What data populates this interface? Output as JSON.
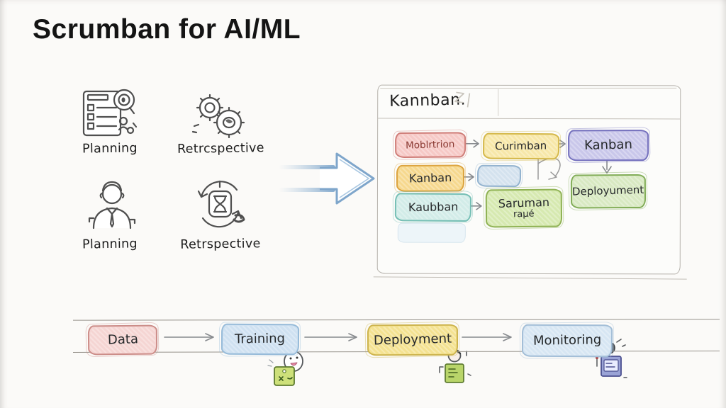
{
  "title": "Scrumban for AI/ML",
  "ceremonies": [
    {
      "label": "Planning",
      "icon": "checklist-magnifier-icon"
    },
    {
      "label": "Retrcspective",
      "icon": "gears-icon"
    },
    {
      "label": "Planning",
      "icon": "person-icon"
    },
    {
      "label": "Retrspective",
      "icon": "refresh-cycle-icon"
    }
  ],
  "board": {
    "title": "Kannban.",
    "header_scribble": "Z|",
    "row1": [
      {
        "label": "Moblrtrion"
      },
      {
        "label": "Curimban"
      },
      {
        "label": "Kanban"
      }
    ],
    "row2": [
      {
        "label": "Kanban"
      },
      {
        "label": ""
      }
    ],
    "row3": [
      {
        "label": "Kaubban"
      },
      {
        "label": "Saruman",
        "sublabel": "raμé"
      }
    ],
    "deployment": {
      "label": "Deployument"
    }
  },
  "pipeline": {
    "stages": [
      {
        "label": "Data"
      },
      {
        "label": "Training"
      },
      {
        "label": "Deployment"
      },
      {
        "label": "Monitoring"
      }
    ]
  },
  "icons": {
    "checklist-magnifier-icon": "clipboard checklist with magnifying glass line-art",
    "gears-icon": "two interlocking gears line-art",
    "person-icon": "person bust with tie line-art",
    "refresh-cycle-icon": "circular arrows around hourglass line-art",
    "big-right-arrow-icon": "large sketchy blue arrow pointing right",
    "tag-ghost-doodle": "green tag with cute ghost doodle",
    "robot-box-doodle": "head over green box doodle",
    "monitor-box-doodle": "dark figure over indigo device doodle"
  },
  "colors": {
    "ink": "#26292b",
    "pencil": "#b5b1ab",
    "arrow_blue": "#7fa6cb",
    "card_red_bg": "#f6c9c6",
    "card_red_border": "#cf7d78",
    "card_yellow_bg": "#f7e7a8",
    "card_yellow_border": "#d4b84a",
    "card_purple_bg": "#c9c7ea",
    "card_purple_border": "#7470bd",
    "card_orange_bg": "#f6d88e",
    "card_orange_border": "#dca440",
    "card_blue_bg": "#d4e2ee",
    "card_blue_border": "#93b3cf",
    "card_green_bg": "#d8e9c2",
    "card_green_border": "#82ad58",
    "card_teal_bg": "#d2ece8",
    "card_teal_border": "#76bfb5",
    "card_lime_bg": "#d6e9b0",
    "card_lime_border": "#8fb254",
    "stage_pink_bg": "#f5d5d3",
    "stage_pink_border": "#cc8d89",
    "stage_blue_bg": "#cfe1f1",
    "stage_blue_border": "#97bbd9",
    "stage_yellow_bg": "#f4e291",
    "stage_yellow_border": "#cdb44e",
    "stage_lightblue_bg": "#d7e6f3",
    "stage_lightblue_border": "#a3bed7"
  }
}
